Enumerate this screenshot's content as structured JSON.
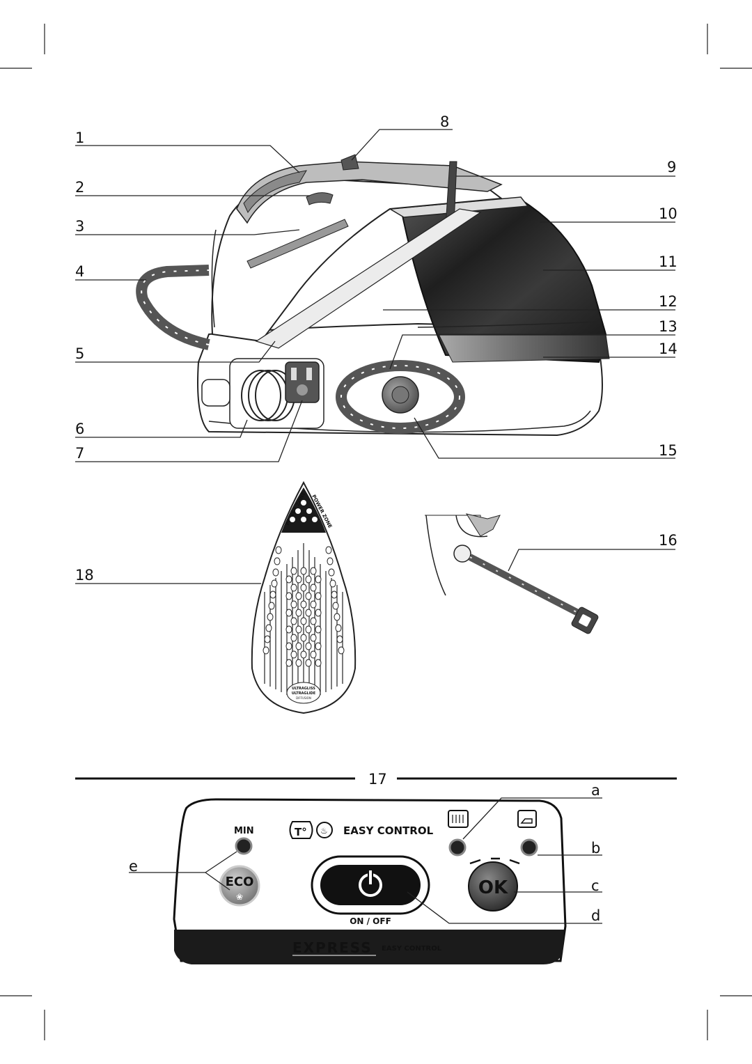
{
  "callouts": {
    "n1": "1",
    "n2": "2",
    "n3": "3",
    "n4": "4",
    "n5": "5",
    "n6": "6",
    "n7": "7",
    "n8": "8",
    "n9": "9",
    "n10": "10",
    "n11": "11",
    "n12": "12",
    "n13": "13",
    "n14": "14",
    "n15": "15",
    "n16": "16",
    "n17": "17",
    "n18": "18",
    "a": "a",
    "b": "b",
    "c": "c",
    "d": "d",
    "e": "e"
  },
  "soleplate": {
    "zone_left": "POWER ZONE",
    "zone_right": "POWER ZONE",
    "badge_line1": "ULTRAGLISS",
    "badge_line2": "ULTRAGLIDE",
    "badge_line3": "DIFFUSION"
  },
  "control_panel": {
    "min_label": "MIN",
    "brand_label": "EASY CONTROL",
    "temp_symbol": "T°",
    "eco_label": "ECO",
    "ok_label": "OK",
    "onoff_label": "ON / OFF",
    "footer_brand": "EXPRESS",
    "footer_sub": "EASY CONTROL"
  },
  "colors": {
    "tank_dark": "#2b2b2b",
    "body_grey": "#9a9a9a",
    "ok_button": "#5a5a5a"
  }
}
